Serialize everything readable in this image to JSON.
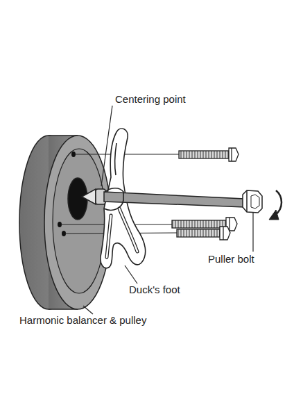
{
  "diagram": {
    "labels": [
      "Centering point",
      "Puller bolt",
      "Duck's foot",
      "Harmonic balancer & pulley"
    ]
  }
}
